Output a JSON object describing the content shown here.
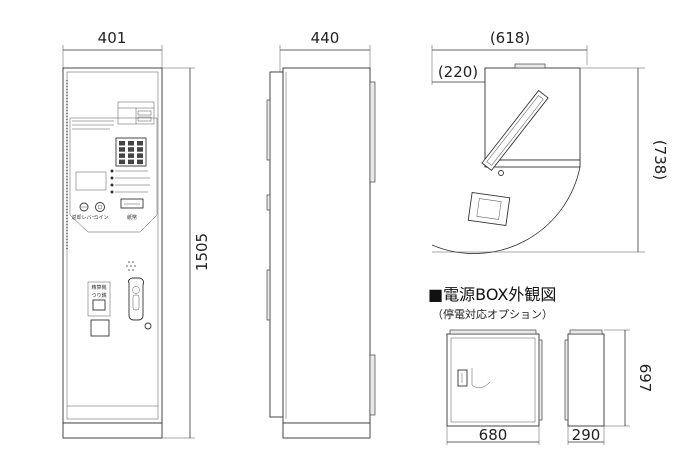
{
  "dimensions": {
    "front_width": "401",
    "side_depth": "440",
    "top_overall": "(618)",
    "top_offset": "(220)",
    "top_length": "(738)",
    "height": "1505",
    "psu_width": "680",
    "psu_depth": "290",
    "psu_height": "697"
  },
  "front_panel": {
    "keypad_keys": [
      "1",
      "2",
      "3",
      "4",
      "5",
      "6",
      "7",
      "8",
      "9",
      "*",
      "0",
      "#"
    ],
    "knob_left_label": "返却レバー",
    "knob_right_label": "コイン",
    "slot_label": "紙幣",
    "button_label": "精算機",
    "coin_label": "つり銭"
  },
  "psu_box": {
    "title": "■電源BOX外観図",
    "subtitle": "（停電対応オプション）"
  }
}
